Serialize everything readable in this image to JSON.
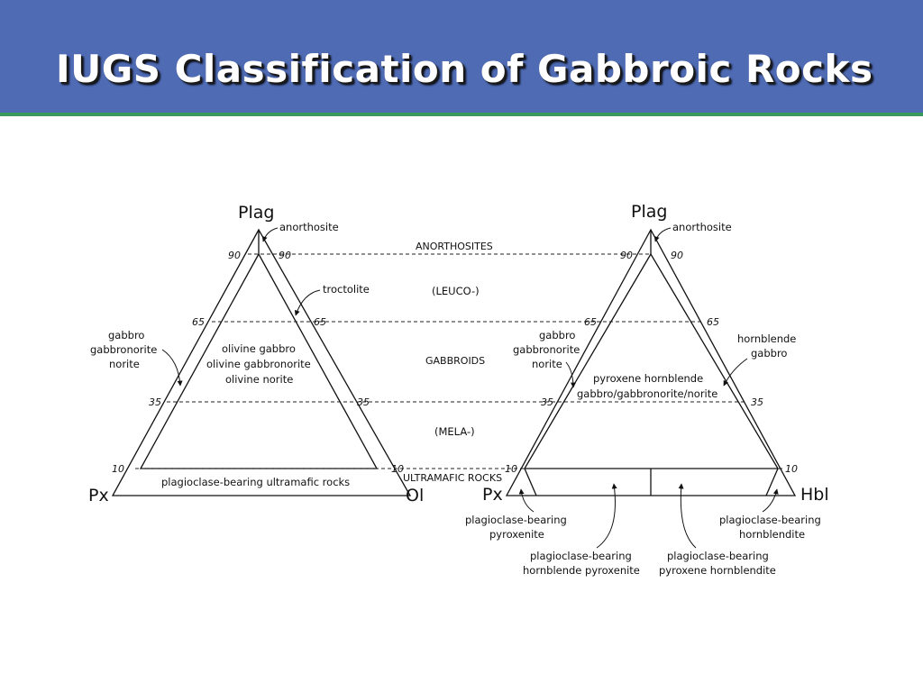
{
  "slide": {
    "title": "IUGS Classification of Gabbroic Rocks"
  },
  "left_triangle": {
    "apex_top": "Plag",
    "apex_left": "Px",
    "apex_right": "Ol",
    "anorthosite": "anorthosite",
    "troctolite": "troctolite",
    "gabbro": "gabbro",
    "gabbronorite": "gabbronorite",
    "norite": "norite",
    "olivine_gabbro": "olivine gabbro",
    "olivine_gabbronorite": "olivine gabbronorite",
    "olivine_norite": "olivine norite",
    "ultramafic": "plagioclase-bearing ultramafic rocks",
    "ticks": {
      "t90": "90",
      "t65": "65",
      "t35": "35",
      "t10": "10"
    }
  },
  "middle_labels": {
    "anorthosites": "ANORTHOSITES",
    "leuco": "(LEUCO-)",
    "gabbroids": "GABBROIDS",
    "mela": "(MELA-)",
    "ultramafic_rocks": "ULTRAMAFIC ROCKS"
  },
  "right_triangle": {
    "apex_top": "Plag",
    "apex_left": "Px",
    "apex_right": "Hbl",
    "anorthosite": "anorthosite",
    "gabbro": "gabbro",
    "gabbronorite": "gabbronorite",
    "norite": "norite",
    "hornblende": "hornblende",
    "hornblende_gabbro": "gabbro",
    "pyx_hbl_1": "pyroxene hornblende",
    "pyx_hbl_2": "gabbro/gabbronorite/norite",
    "pb_pyroxenite_1": "plagioclase-bearing",
    "pb_pyroxenite_2": "pyroxenite",
    "pb_hbl_pyroxenite_1": "plagioclase-bearing",
    "pb_hbl_pyroxenite_2": "hornblende pyroxenite",
    "pb_pyx_hornblendite_1": "plagioclase-bearing",
    "pb_pyx_hornblendite_2": "pyroxene hornblendite",
    "pb_hornblendite_1": "plagioclase-bearing",
    "pb_hornblendite_2": "hornblendite",
    "ticks": {
      "t90": "90",
      "t65": "65",
      "t35": "35",
      "t10": "10"
    }
  }
}
